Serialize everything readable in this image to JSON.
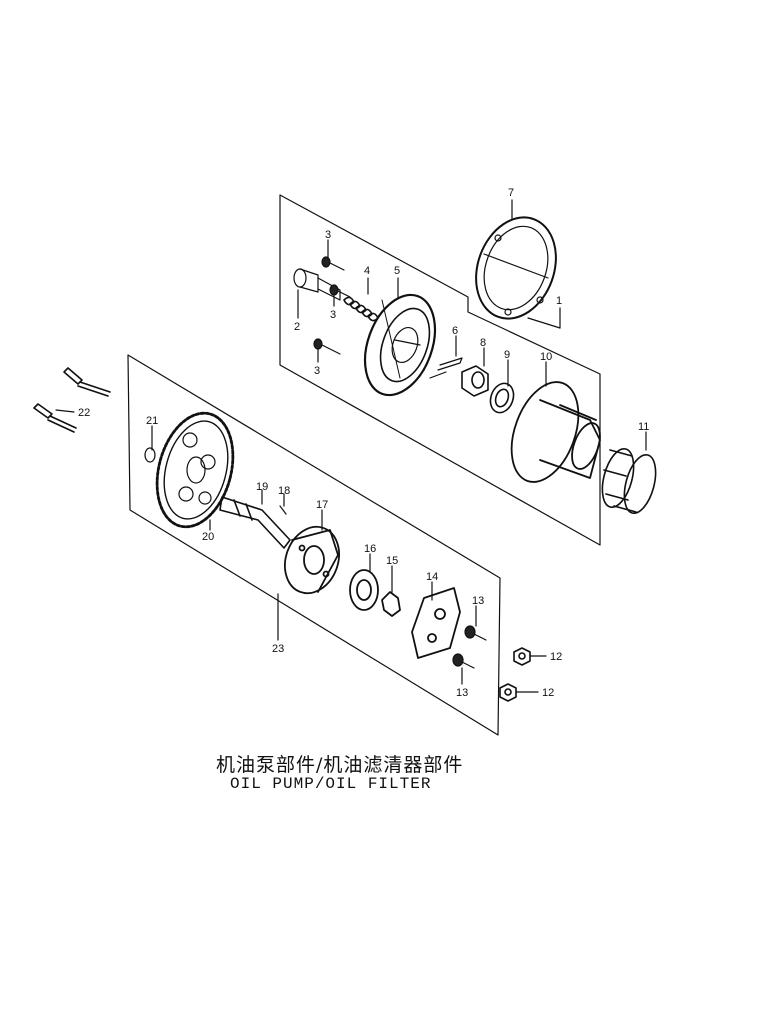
{
  "title_cn": "机油泵部件/机油滤清器部件",
  "title_en": "OIL PUMP/OIL FILTER",
  "callouts": [
    "1",
    "2",
    "3",
    "3",
    "3",
    "4",
    "5",
    "6",
    "7",
    "8",
    "9",
    "10",
    "11",
    "12",
    "12",
    "13",
    "13",
    "14",
    "15",
    "16",
    "17",
    "18",
    "19",
    "20",
    "21",
    "22",
    "23"
  ]
}
